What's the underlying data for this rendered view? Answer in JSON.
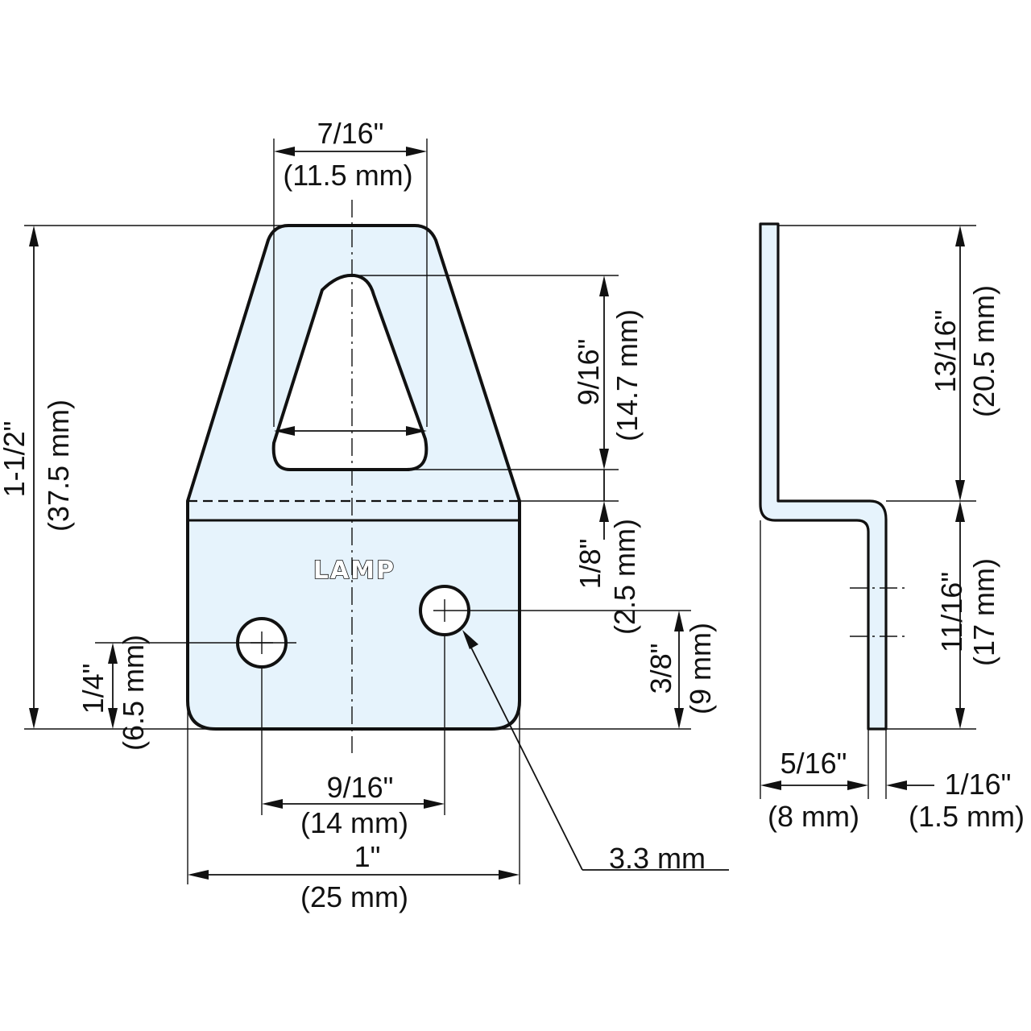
{
  "logo_text": "LAMP",
  "dimensions": {
    "slot_width": {
      "inch": "7/16\"",
      "mm": "(11.5 mm)"
    },
    "overall_height": {
      "inch": "1-1/2\"",
      "mm": "(37.5 mm)"
    },
    "slot_height": {
      "inch": "9/16\"",
      "mm": "(14.7 mm)"
    },
    "slot_to_bend": {
      "inch": "1/8\"",
      "mm": "(2.5 mm)"
    },
    "right_hole_height": {
      "inch": "3/8\"",
      "mm": "(9 mm)"
    },
    "left_hole_height": {
      "inch": "1/4\"",
      "mm": "(6.5 mm)"
    },
    "hole_spacing": {
      "inch": "9/16\"",
      "mm": "(14 mm)"
    },
    "overall_width": {
      "inch": "1\"",
      "mm": "(25 mm)"
    },
    "hole_diameter": "3.3 mm",
    "upper_flange": {
      "inch": "13/16\"",
      "mm": "(20.5 mm)"
    },
    "lower_flange": {
      "inch": "11/16\"",
      "mm": "(17 mm)"
    },
    "offset": {
      "inch": "5/16\"",
      "mm": "(8 mm)"
    },
    "thickness": {
      "inch": "1/16\"",
      "mm": "(1.5 mm)"
    }
  },
  "colors": {
    "part_fill": "#e6f3fc",
    "line": "#111111"
  }
}
